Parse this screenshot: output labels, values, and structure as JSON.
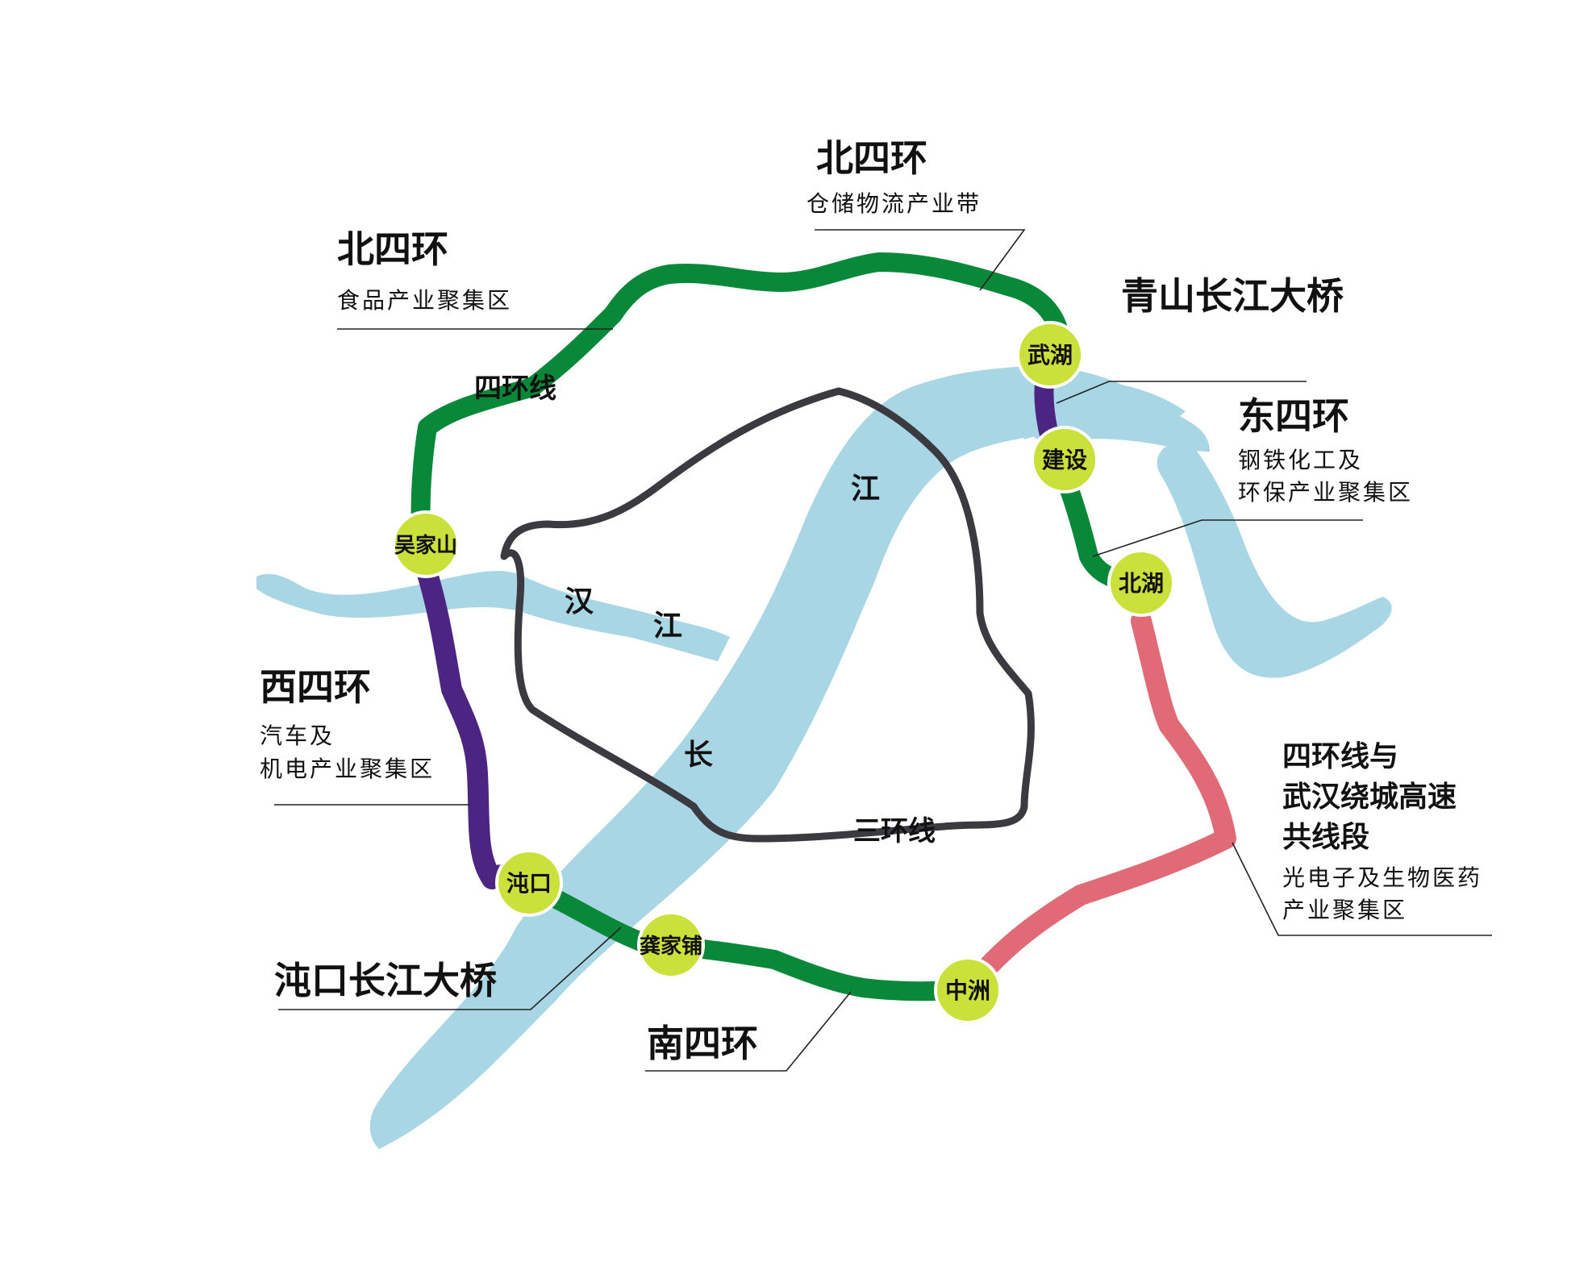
{
  "colors": {
    "river": "#a8d6e4",
    "ring_green": "#0a883a",
    "ring_purple": "#4b2581",
    "ring_pink": "#e06b77",
    "third_ring": "#3a3a40",
    "node_fill": "#c9e13a",
    "node_ring": "#ffffff"
  },
  "labels": {
    "north_east_title": "北四环",
    "north_east_sub": "仓储物流产业带",
    "north_west_title": "北四环",
    "north_west_sub": "食品产业聚集区",
    "qingshan_bridge": "青山长江大桥",
    "east_title": "东四环",
    "east_sub_line1": "钢铁化工及",
    "east_sub_line2": "环保产业聚集区",
    "west_title": "西四环",
    "west_sub_line1": "汽车及",
    "west_sub_line2": "机电产业聚集区",
    "shared_title_line1": "四环线与",
    "shared_title_line2": "武汉绕城高速",
    "shared_title_line3": "共线段",
    "shared_sub_line1": "光电子及生物医药",
    "shared_sub_line2": "产业聚集区",
    "zhuankou_bridge": "沌口长江大桥",
    "south_title": "南四环",
    "fourth_ring_line": "四环线",
    "third_ring_line": "三环线"
  },
  "river_labels": {
    "han": "汉",
    "han_jiang": "江",
    "chang": "长",
    "chang_jiang": "江"
  },
  "nodes": {
    "wuhu": "武湖",
    "jianshe": "建设",
    "beihu": "北湖",
    "wujiashan": "吴家山",
    "zhuankou": "沌口",
    "gongjiapu": "龚家铺",
    "zhongzhou": "中洲"
  }
}
